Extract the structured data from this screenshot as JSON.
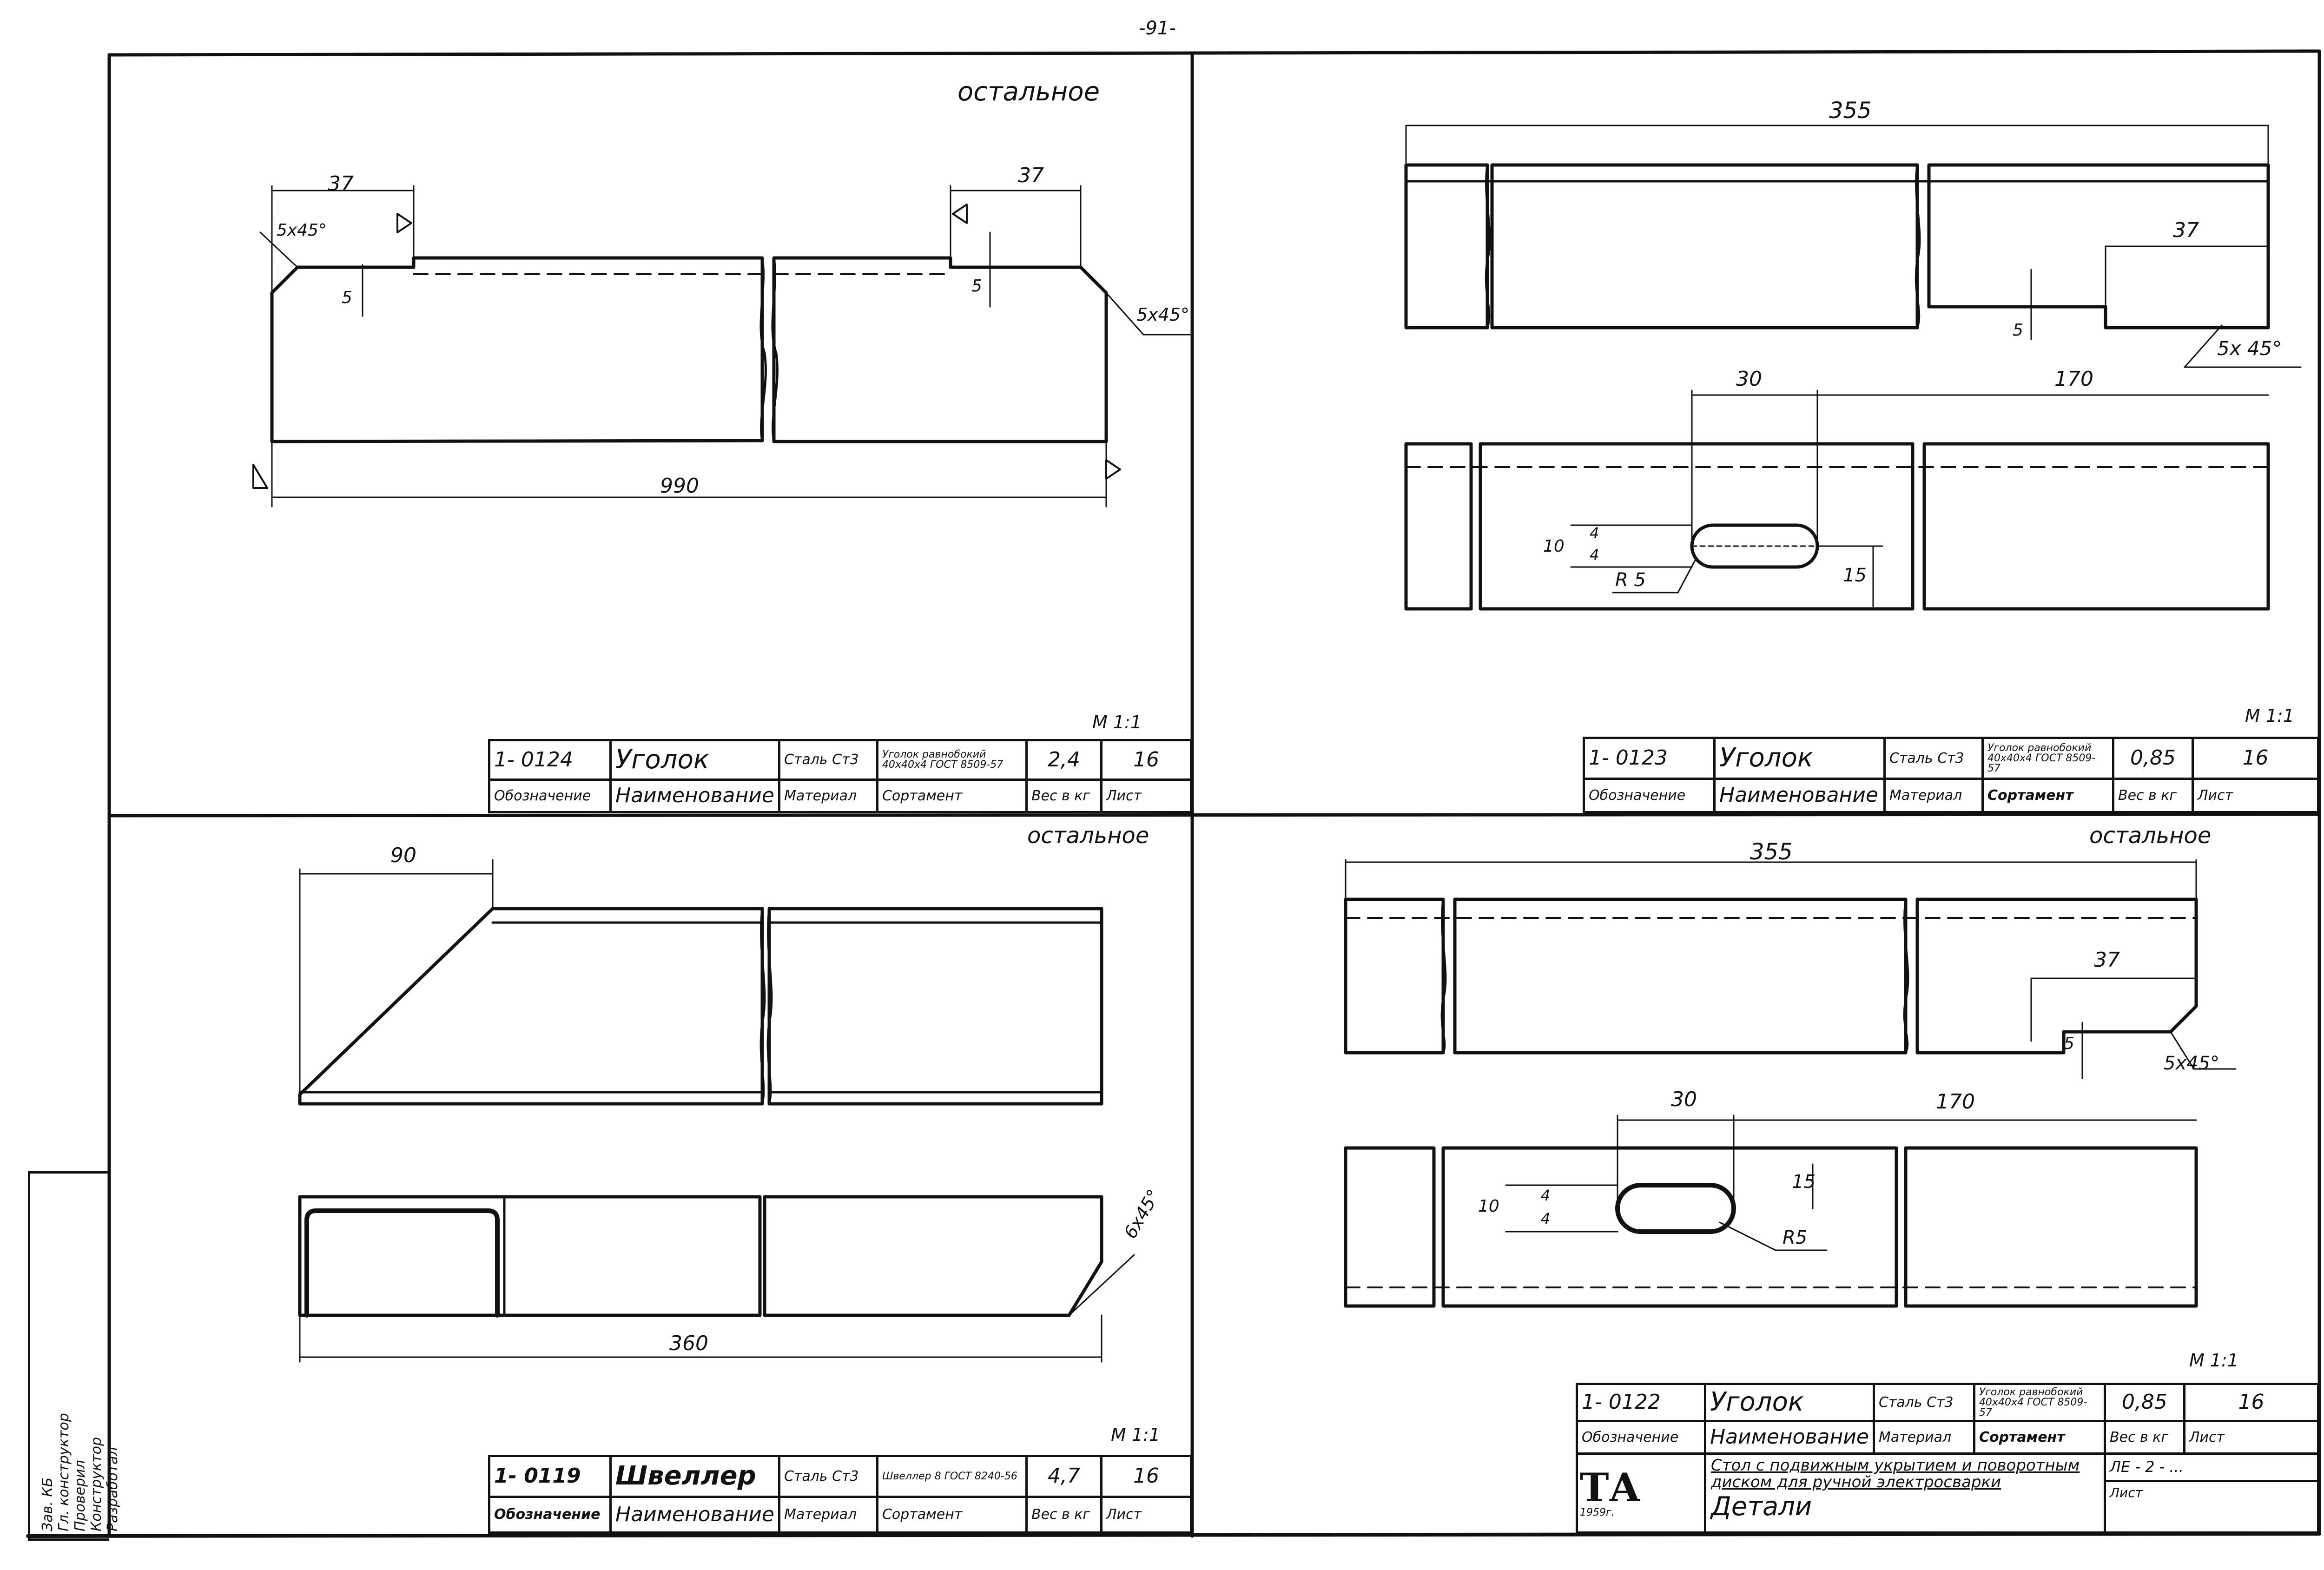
{
  "sheet_number": "-91-",
  "surface_finish_notes": {
    "q1": "остальное",
    "q2": "остальное",
    "q3": "остальное"
  },
  "details": [
    {
      "id": "q1",
      "dims": {
        "top_left": "37",
        "top_right": "37",
        "overall": "990",
        "chamfer_left": "5x45°",
        "chamfer_right": "5x45°",
        "depth_left": "5",
        "depth_right": "5"
      },
      "scale": "M 1:1",
      "title_block": {
        "designation": "1- 0124",
        "name": "Уголок",
        "material": "Сталь Ст3",
        "assortment": "Уголок равнобокий 40x40x4 ГОСТ 8509-57",
        "weight": "2,4",
        "sheet": "16"
      }
    },
    {
      "id": "q2",
      "dims": {
        "overall": "355",
        "notch": "37",
        "chamfer": "5x 45°",
        "depth": "5",
        "hole_pos": "30",
        "hole_to_end": "170",
        "hole_width": "10",
        "hole_offset": "15",
        "radius": "R 5",
        "rough_a": "4",
        "rough_b": "4"
      },
      "scale": "M 1:1",
      "title_block": {
        "designation": "1- 0123",
        "name": "Уголок",
        "material": "Сталь Ст3",
        "assortment": "Уголок равнобокий 40x40x4 ГОСТ 8509-57",
        "weight": "0,85",
        "sheet": "16"
      }
    },
    {
      "id": "q3",
      "dims": {
        "bevel": "90",
        "overall": "360",
        "chamfer": "6x45°"
      },
      "scale": "M 1:1",
      "title_block": {
        "designation": "1- 0119",
        "name": "Швеллер",
        "material": "Сталь Ст3",
        "assortment": "Швеллер 8 ГОСТ 8240-56",
        "weight": "4,7",
        "sheet": "16"
      }
    },
    {
      "id": "q4",
      "dims": {
        "overall": "355",
        "notch": "37",
        "chamfer": "5x45°",
        "depth": "5",
        "hole_pos": "30",
        "hole_to_end": "170",
        "hole_width": "10",
        "hole_offset": "15",
        "radius": "R5",
        "rough_a": "4",
        "rough_b": "4"
      },
      "scale": "M 1:1",
      "title_block": {
        "designation": "1- 0122",
        "name": "Уголок",
        "material": "Сталь Ст3",
        "assortment": "Уголок равнобокий 40x40x4 ГОСТ 8509-57",
        "weight": "0,85",
        "sheet": "16"
      }
    }
  ],
  "column_headers": {
    "designation": "Обозначение",
    "name": "Наименование",
    "material": "Материал",
    "assortment": "Сортамент",
    "weight": "Вес в кг",
    "sheet": "Лист"
  },
  "main_title": {
    "logo": "ТА",
    "year": "1959г.",
    "description": "Стол с подвижным укрытием и поворотным диском для ручной электросварки",
    "title": "Детали",
    "code": "ЛЕ - 2 - ...",
    "sheet_label": "Лист"
  },
  "margin_stamp": [
    "Зав. КБ",
    "Гл. конструктор",
    "Проверил",
    "Конструктор",
    "Разработал"
  ]
}
